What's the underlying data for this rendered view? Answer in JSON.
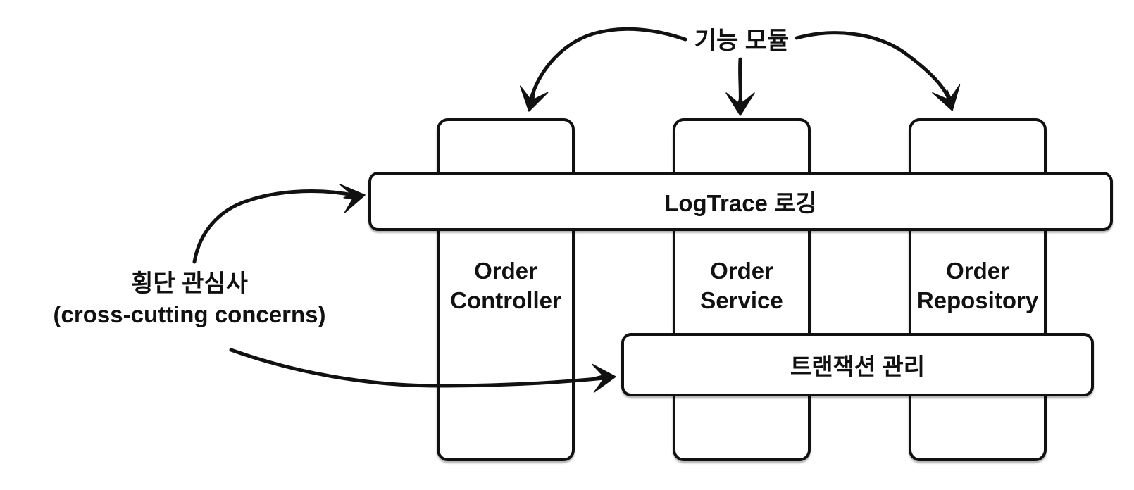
{
  "diagram": {
    "top_label": "기능 모듈",
    "side_label": {
      "line1": "횡단 관심사",
      "line2": "(cross-cutting concerns)"
    },
    "modules": [
      {
        "name": "order-controller",
        "label": "Order\nController"
      },
      {
        "name": "order-service",
        "label": "Order\nService"
      },
      {
        "name": "order-repository",
        "label": "Order\nRepository"
      }
    ],
    "concerns": {
      "logtrace": "LogTrace 로깅",
      "transaction": "트랜잭션 관리"
    },
    "connections": [
      {
        "from": "기능 모듈",
        "to": "Order Controller"
      },
      {
        "from": "기능 모듈",
        "to": "Order Service"
      },
      {
        "from": "기능 모듈",
        "to": "Order Repository"
      },
      {
        "from": "횡단 관심사",
        "to": "LogTrace 로깅"
      },
      {
        "from": "횡단 관심사",
        "to": "트랜잭션 관리"
      }
    ],
    "colors": {
      "stroke": "#111111",
      "background": "#ffffff",
      "text": "#111111"
    }
  }
}
